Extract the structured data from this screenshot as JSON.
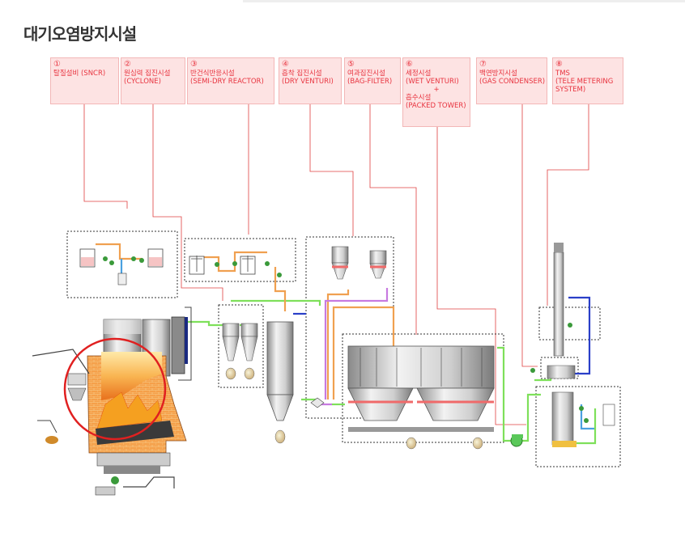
{
  "page_title": "대기오염방지시설",
  "labels": [
    {
      "num": "①",
      "l1": "탈질설비 (SNCR)"
    },
    {
      "num": "②",
      "l1": "원심력 집진시설",
      "l2": "(CYCLONE)"
    },
    {
      "num": "③",
      "l1": "반건식반응시설",
      "l2": "(SEMI-DRY REACTOR)"
    },
    {
      "num": "④",
      "l1": "흡착 집진시설",
      "l2": "(DRY VENTURI)"
    },
    {
      "num": "⑤",
      "l1": "여과집진시설",
      "l2": "(BAG-FILTER)"
    },
    {
      "num": "⑥",
      "l1": "세정시설",
      "l2": "(WET VENTURI)",
      "l3": "+",
      "l4": "흡수시설",
      "l5": "(PACKED TOWER)"
    },
    {
      "num": "⑦",
      "l1": "백연방지시설",
      "l2": "(GAS CONDENSER)"
    },
    {
      "num": "⑧",
      "l1": "TMS",
      "l2": "(TELE METERING",
      "l3": "SYSTEM)"
    }
  ],
  "colors": {
    "label_text": "#e8333f",
    "label_bg": "#fde3e3",
    "leader_line": "#e04040",
    "pipe_green": "#7ee05a",
    "pipe_orange": "#f0a050",
    "pipe_blue": "#2a3fc8",
    "pipe_purple": "#c77ae0",
    "vessel_gray": "#c8c8c8",
    "flame": "#f07820"
  }
}
